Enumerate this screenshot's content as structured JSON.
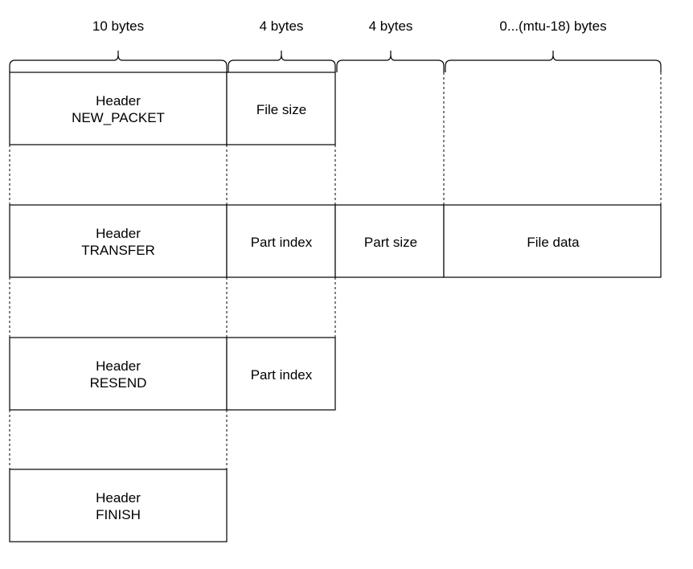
{
  "brackets": [
    {
      "label": "10 bytes"
    },
    {
      "label": "4 bytes"
    },
    {
      "label": "4 bytes"
    },
    {
      "label": "0...(mtu-18) bytes"
    }
  ],
  "packets": [
    {
      "header": "Header",
      "type": "NEW_PACKET",
      "fields": [
        "File size"
      ]
    },
    {
      "header": "Header",
      "type": "TRANSFER",
      "fields": [
        "Part index",
        "Part size",
        "File data"
      ]
    },
    {
      "header": "Header",
      "type": "RESEND",
      "fields": [
        "Part index"
      ]
    },
    {
      "header": "Header",
      "type": "FINISH",
      "fields": []
    }
  ]
}
